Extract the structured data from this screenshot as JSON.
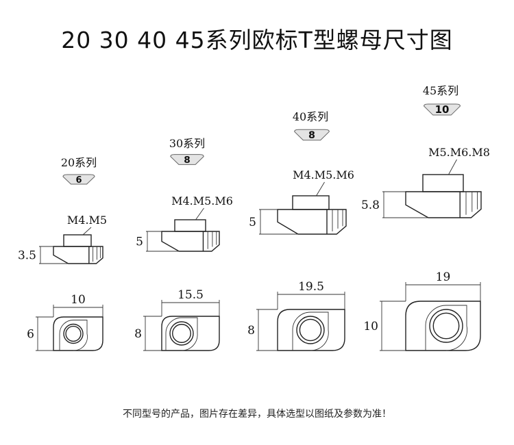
{
  "title": "20  30  40  45系列欧标T型螺母尺寸图",
  "note": "不同型号的产品，图片存在差异，具体选型以图纸及参数为准！",
  "series": [
    {
      "label": "20系列",
      "slot": "6",
      "threads": "M4.M5",
      "height": "3.5",
      "width": "10",
      "depth": "6"
    },
    {
      "label": "30系列",
      "slot": "8",
      "threads": "M4.M5.M6",
      "height": "5",
      "width": "15.5",
      "depth": "8"
    },
    {
      "label": "40系列",
      "slot": "8",
      "threads": "M4.M5.M6",
      "height": "5",
      "width": "19.5",
      "depth": "8"
    },
    {
      "label": "45系列",
      "slot": "10",
      "threads": "M5.M6.M8",
      "height": "5.8",
      "width": "19",
      "depth": "10"
    }
  ],
  "colors": {
    "line": "#222222",
    "badge": "#d8d8d8"
  }
}
